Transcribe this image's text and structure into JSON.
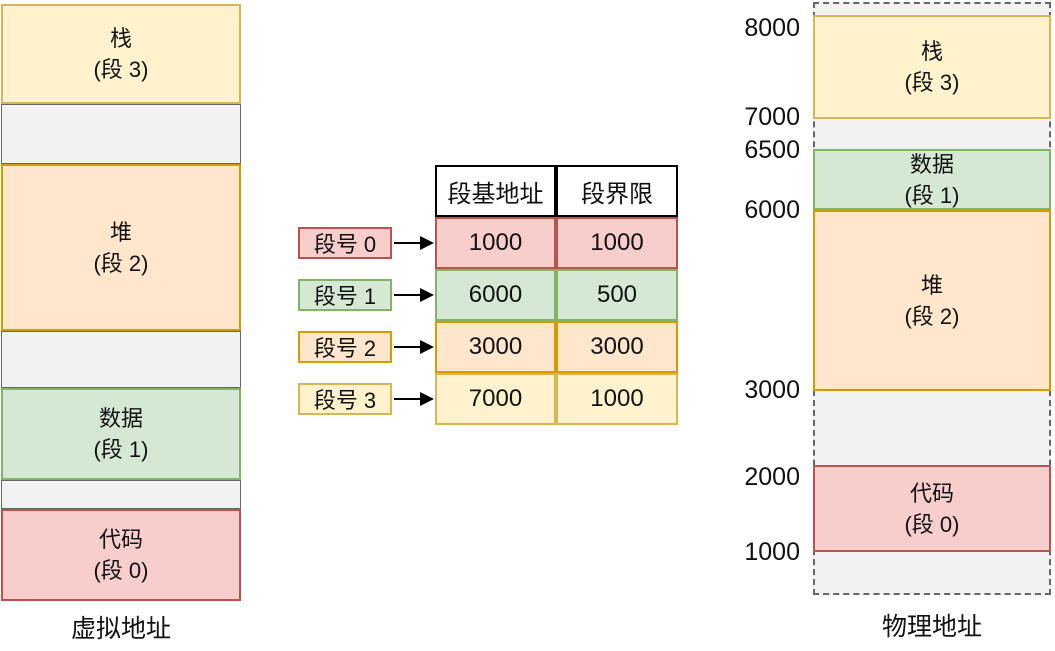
{
  "diagram_title": "memory-segmentation",
  "virtual_memory": {
    "caption": "虚拟地址",
    "segments": [
      {
        "id": "stack",
        "name": "栈",
        "seg": "(段 3)"
      },
      {
        "id": "heap",
        "name": "堆",
        "seg": "(段 2)"
      },
      {
        "id": "data",
        "name": "数据",
        "seg": "(段 1)"
      },
      {
        "id": "code",
        "name": "代码",
        "seg": "(段 0)"
      }
    ]
  },
  "segment_table": {
    "headers": [
      "段基地址",
      "段界限"
    ],
    "rows": [
      {
        "label": "段号 0",
        "base": "1000",
        "limit": "1000",
        "color": "red"
      },
      {
        "label": "段号 1",
        "base": "6000",
        "limit": "500",
        "color": "green"
      },
      {
        "label": "段号 2",
        "base": "3000",
        "limit": "3000",
        "color": "orange"
      },
      {
        "label": "段号 3",
        "base": "7000",
        "limit": "1000",
        "color": "yellow"
      }
    ]
  },
  "physical_memory": {
    "caption": "物理地址",
    "segments": [
      {
        "id": "stack",
        "name": "栈",
        "seg": "(段 3)"
      },
      {
        "id": "data",
        "name": "数据",
        "seg": "(段 1)"
      },
      {
        "id": "heap",
        "name": "堆",
        "seg": "(段 2)"
      },
      {
        "id": "code",
        "name": "代码",
        "seg": "(段 0)"
      }
    ],
    "address_marks": [
      "8000",
      "7000",
      "6500",
      "6000",
      "3000",
      "2000",
      "1000"
    ]
  },
  "colors": {
    "stack_fill": "#FFF2CC",
    "stack_border": "#D6B656",
    "heap_fill": "#FFE6CC",
    "heap_border": "#D79B00",
    "data_fill": "#D5E8D4",
    "data_border": "#82B366",
    "code_fill": "#F8CECC",
    "code_border": "#B85450",
    "gap_fill": "#F2F2F2",
    "gap_border": "#666666",
    "arrow": "#000000"
  }
}
